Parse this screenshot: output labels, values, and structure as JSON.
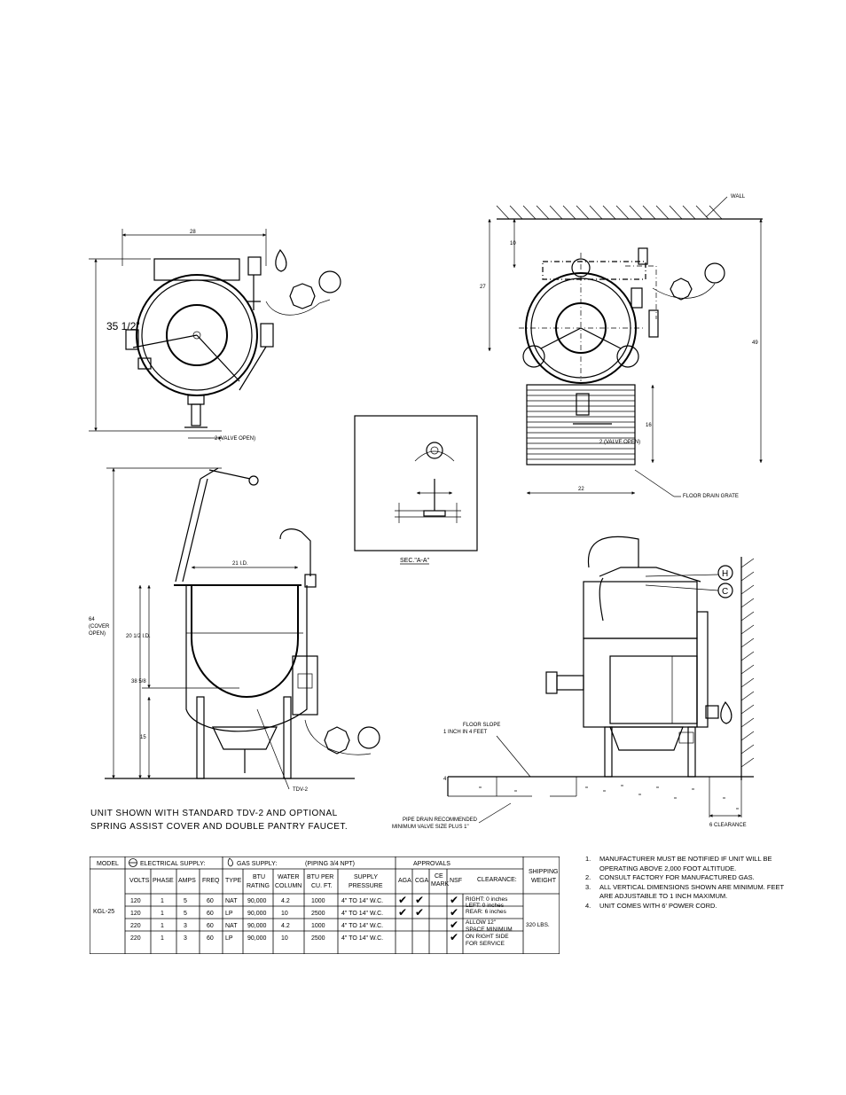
{
  "top_left_view": {
    "width_dim": "28",
    "height_dim": "35 1/2\"",
    "valve_dim": "2 (VALVE OPEN)"
  },
  "top_right_view": {
    "wall_label": "WALL",
    "wall_offset_dim": "10",
    "depth_dim": "27",
    "total_depth_dim": "49",
    "grate_depth_dim": "16",
    "valve_dim": "2 (VALVE OPEN)",
    "grate_width_dim": "22",
    "floor_drain_label": "FLOOR DRAIN GRATE"
  },
  "section": {
    "label": "SEC.\"A-A\""
  },
  "side_left_view": {
    "inner_dia_dim": "21 I.D.",
    "overall_height_dim": "64\n(COVER\nOPEN)",
    "depth_dim": "20 1/2 I.D.",
    "height_dim": "38 5/8",
    "leg_dim": "15",
    "drain_label": "TDV-2"
  },
  "side_right_view": {
    "hot_label": "H",
    "cold_label": "C",
    "floor_slope_label": "FLOOR SLOPE\n1 INCH IN 4 FEET",
    "pipe_drain_label": "PIPE DRAIN RECOMMENDED\nMINIMUM VALVE SIZE PLUS 1\"",
    "drain_offset": "4",
    "clearance_label": "6 CLEARANCE"
  },
  "caption": {
    "line1": "UNIT SHOWN WITH STANDARD TDV-2 AND OPTIONAL",
    "line2": "SPRING ASSIST COVER AND DOUBLE PANTRY FAUCET."
  },
  "table": {
    "model_header": "MODEL",
    "electrical_header": "ELECTRICAL SUPPLY:",
    "gas_header": "GAS SUPPLY:",
    "piping_header": "(PIPING 3/4 NPT)",
    "approvals_header": "APPROVALS",
    "shipping_header": "SHIPPING\nWEIGHT",
    "clearance_header": "CLEARANCE:",
    "columns": [
      "VOLTS",
      "PHASE",
      "AMPS",
      "FREQ",
      "TYPE",
      "BTU\nRATING",
      "WATER\nCOLUMN",
      "BTU PER\nCU. FT.",
      "SUPPLY\nPRESSURE",
      "AGA",
      "CGA",
      "CE\nMARK",
      "NSF"
    ],
    "model": "KGL-25",
    "rows": [
      [
        "120",
        "1",
        "5",
        "60",
        "NAT",
        "90,000",
        "4.2",
        "1000",
        "4\" TO 14\" W.C."
      ],
      [
        "120",
        "1",
        "5",
        "60",
        "LP",
        "90,000",
        "10",
        "2500",
        "4\" TO 14\" W.C."
      ],
      [
        "220",
        "1",
        "3",
        "60",
        "NAT",
        "90,000",
        "4.2",
        "1000",
        "4\" TO 14\" W.C."
      ],
      [
        "220",
        "1",
        "3",
        "60",
        "LP",
        "90,000",
        "10",
        "2500",
        "4\" TO 14\" W.C."
      ]
    ],
    "clearance_upper": "RIGHT: 0 inches\nLEFT: 0 inches\nREAR: 6 inches",
    "clearance_lower": "ALLOW 12\"\nSPACE MINIMUM\nON RIGHT SIDE\nFOR SERVICE",
    "shipping_weight": "320 LBS.",
    "check_mark": "✔"
  },
  "notes": [
    {
      "num": "1.",
      "text": "MANUFACTURER MUST BE NOTIFIED IF UNIT WILL BE OPERATING ABOVE 2,000 FOOT ALTITUDE."
    },
    {
      "num": "2.",
      "text": "CONSULT FACTORY FOR MANUFACTURED GAS."
    },
    {
      "num": "3.",
      "text": "ALL VERTICAL DIMENSIONS SHOWN ARE MINIMUM. FEET ARE ADJUSTABLE TO 1 INCH MAXIMUM."
    },
    {
      "num": "4.",
      "text": "UNIT COMES WITH 6' POWER CORD."
    }
  ]
}
